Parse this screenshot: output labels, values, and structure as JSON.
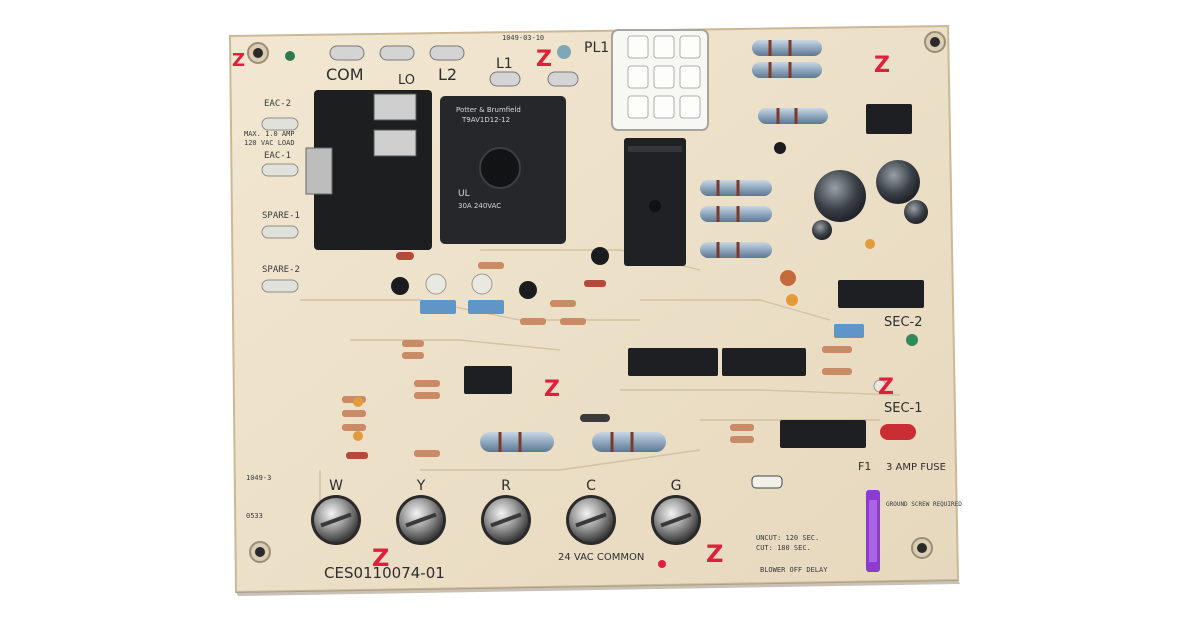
{
  "board": {
    "part_number": "CES0110074-01",
    "terminals": [
      {
        "label": "W"
      },
      {
        "label": "Y"
      },
      {
        "label": "R"
      },
      {
        "label": "C"
      },
      {
        "label": "G"
      }
    ],
    "top_connectors": {
      "com": "COM",
      "lo": "LO",
      "l2": "L2",
      "l1": "L1",
      "pl1": "PL1"
    },
    "left_labels": {
      "eac2": "EAC-2",
      "eac1": "EAC-1",
      "spare1": "SPARE-1",
      "spare2": "SPARE-2",
      "rating": "MAX. 1.0 AMP",
      "rating2": "120 VAC LOAD",
      "mark1": "1049-3",
      "mark2": "0533"
    },
    "right_labels": {
      "sec2": "SEC-2",
      "sec1": "SEC-1",
      "fuse": "3 AMP FUSE",
      "f1": "F1",
      "ground": "GROUND SCREW REQUIRED"
    },
    "bottom_labels": {
      "common": "24 VAC COMMON",
      "blower": "BLOWER OFF DELAY",
      "unicut": "UNCUT: 120 SEC.",
      "cut": "CUT: 180 SEC."
    },
    "relay": {
      "brand": "Potter & Brumfield",
      "model": "T9AV1D12-12",
      "rating": "30A 240VAC",
      "ul": "UL"
    },
    "date_code": "1049-03-10",
    "inspection_mark": "Z"
  }
}
